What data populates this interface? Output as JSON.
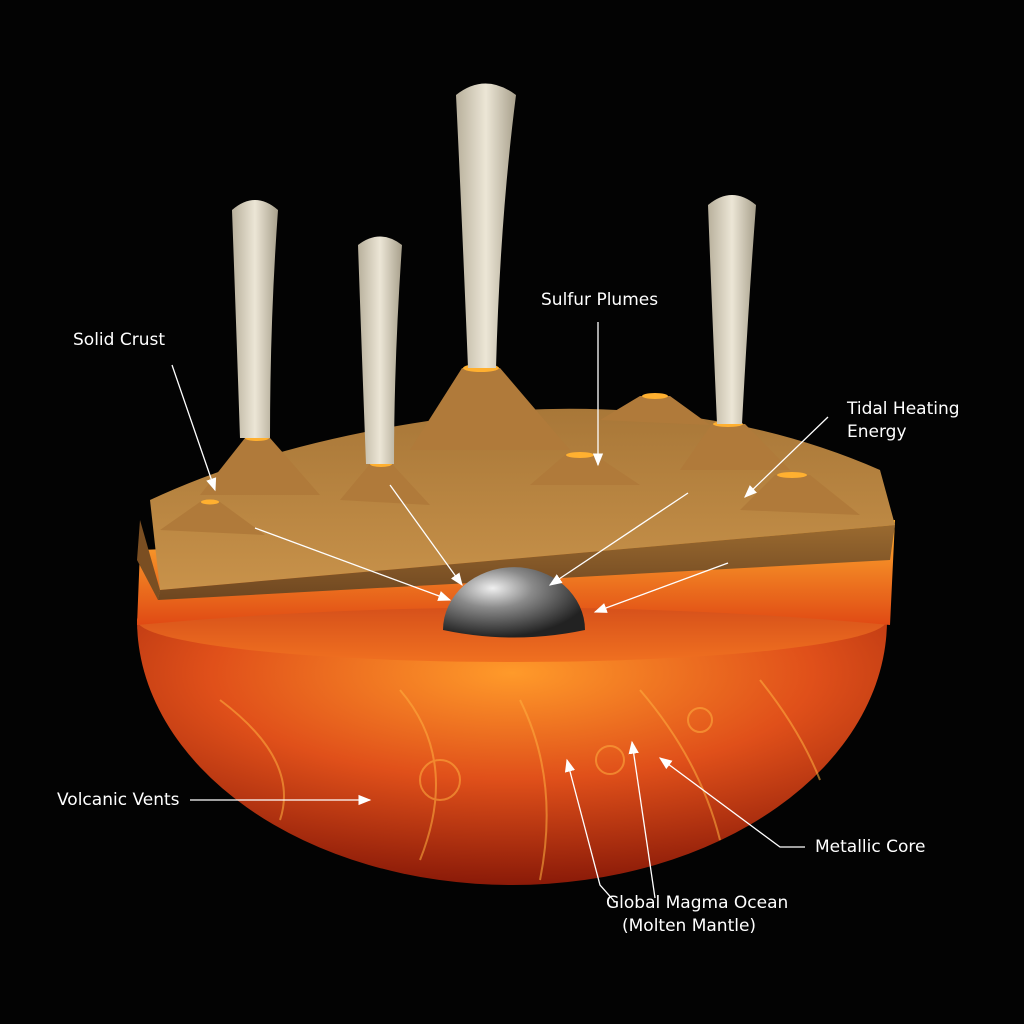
{
  "labels": {
    "solid_crust": "Solid Crust",
    "sulfur_plumes": "Sulfur Plumes",
    "tidal_heating_line1": "Tidal Heating",
    "tidal_heating_line2": "Energy",
    "volcanic_vents": "Volcanic Vents",
    "metallic_core": "Metallic Core",
    "magma_ocean_line1": "Global Magma Ocean",
    "magma_ocean_line2": "(Molten Mantle)"
  },
  "colors": {
    "background": "#030303",
    "crust": "#b9863f",
    "magma": "#e8561a",
    "magma_glow": "#ffb030",
    "core": "#8a8a8a",
    "plume": "#d8d2c0",
    "label_text": "#ffffff"
  }
}
